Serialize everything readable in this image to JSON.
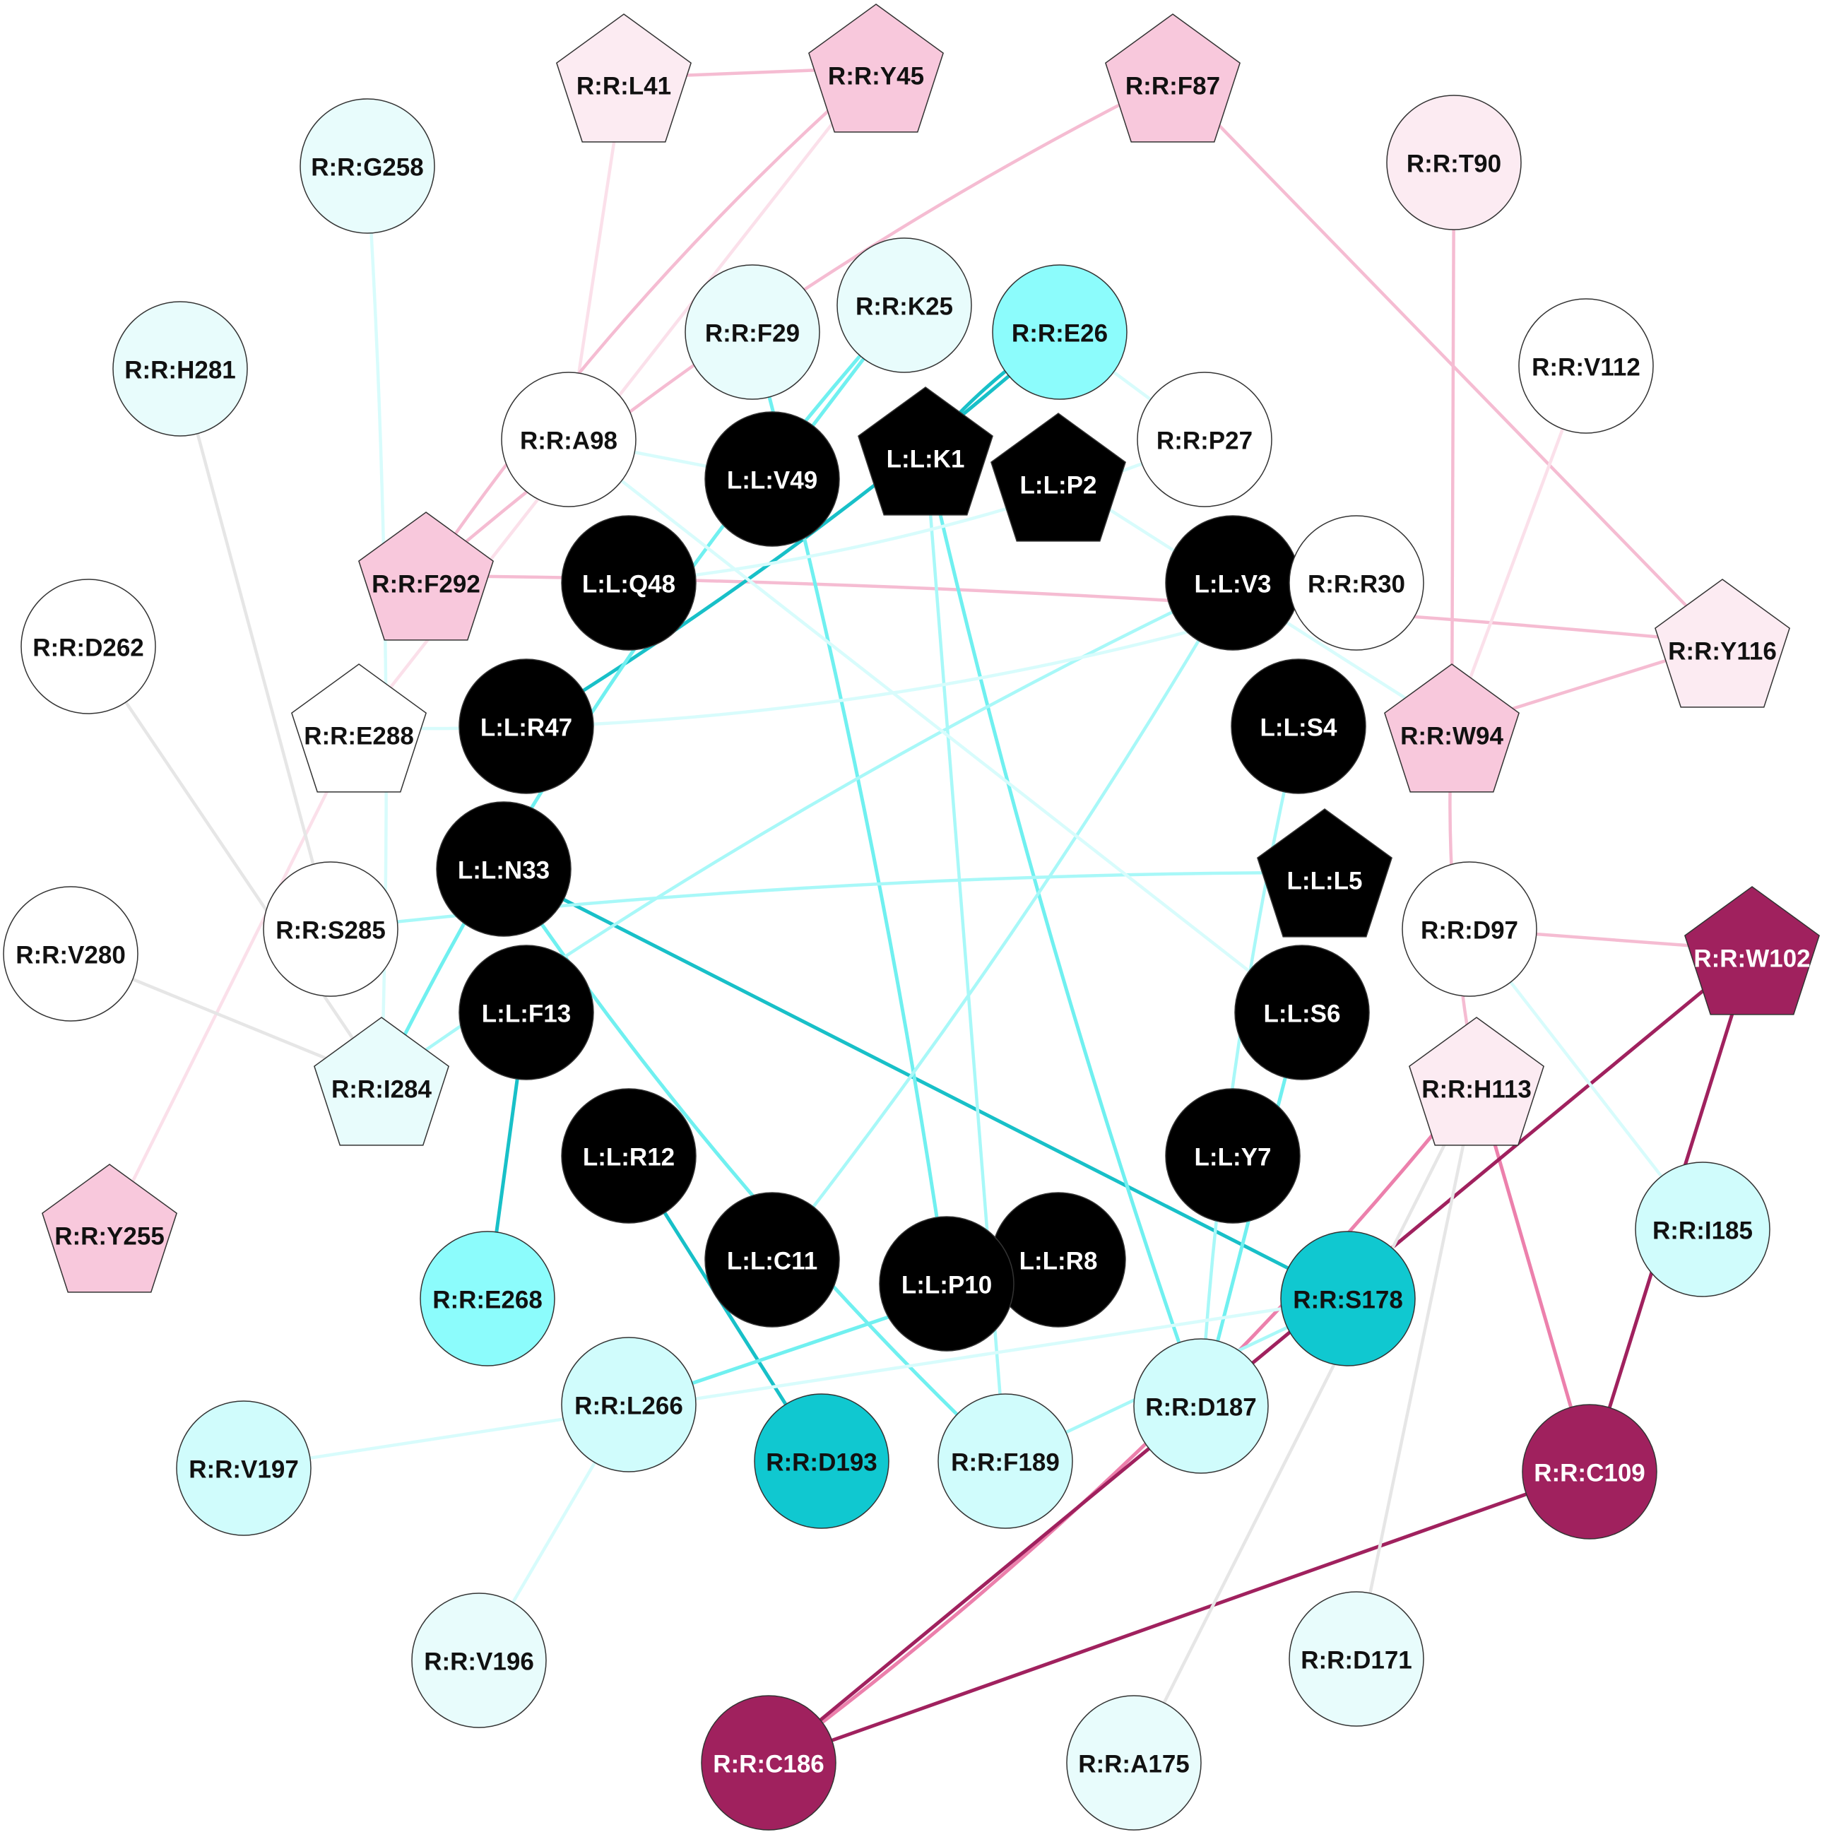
{
  "colors": {
    "ligand": "#000000",
    "white": "#ffffff",
    "cyan_very_light": "#e8fcfc",
    "cyan_light": "#d0fcfc",
    "cyan_mid": "#8cfcfc",
    "cyan_dark": "#10c8d0",
    "pink_very_light": "#fcebf2",
    "pink_light": "#f8c8dc",
    "magenta_dark": "#a0215e",
    "edge_cyan_faint": "#d8fcfc",
    "edge_cyan_light": "#a8f8f8",
    "edge_cyan_mid": "#70f0f0",
    "edge_cyan_dark": "#18c0c8",
    "edge_pink_faint": "#fbe0ea",
    "edge_pink_light": "#f5bcd2",
    "edge_pink_mid": "#ec80ac",
    "edge_magenta": "#a0215e",
    "edge_grey": "#e6e6e6"
  },
  "nodes": [
    {
      "id": "L:L:K1",
      "label": "L:L:K1",
      "shape": "pentagon",
      "fill": "ligand",
      "text": "white"
    },
    {
      "id": "L:L:P2",
      "label": "L:L:P2",
      "shape": "pentagon",
      "fill": "ligand",
      "text": "white"
    },
    {
      "id": "L:L:V3",
      "label": "L:L:V3",
      "shape": "circle",
      "fill": "ligand",
      "text": "white"
    },
    {
      "id": "L:L:S4",
      "label": "L:L:S4",
      "shape": "circle",
      "fill": "ligand",
      "text": "white"
    },
    {
      "id": "L:L:L5",
      "label": "L:L:L5",
      "shape": "pentagon",
      "fill": "ligand",
      "text": "white"
    },
    {
      "id": "L:L:S6",
      "label": "L:L:S6",
      "shape": "circle",
      "fill": "ligand",
      "text": "white"
    },
    {
      "id": "L:L:Y7",
      "label": "L:L:Y7",
      "shape": "circle",
      "fill": "ligand",
      "text": "white"
    },
    {
      "id": "L:L:R8",
      "label": "L:L:R8",
      "shape": "circle",
      "fill": "ligand",
      "text": "white"
    },
    {
      "id": "L:L:P10",
      "label": "L:L:P10",
      "shape": "circle",
      "fill": "ligand",
      "text": "white"
    },
    {
      "id": "L:L:C11",
      "label": "L:L:C11",
      "shape": "circle",
      "fill": "ligand",
      "text": "white"
    },
    {
      "id": "L:L:R12",
      "label": "L:L:R12",
      "shape": "circle",
      "fill": "ligand",
      "text": "white"
    },
    {
      "id": "L:L:F13",
      "label": "L:L:F13",
      "shape": "circle",
      "fill": "ligand",
      "text": "white"
    },
    {
      "id": "L:L:N33",
      "label": "L:L:N33",
      "shape": "circle",
      "fill": "ligand",
      "text": "white"
    },
    {
      "id": "L:L:R47",
      "label": "L:L:R47",
      "shape": "circle",
      "fill": "ligand",
      "text": "white"
    },
    {
      "id": "L:L:Q48",
      "label": "L:L:Q48",
      "shape": "circle",
      "fill": "ligand",
      "text": "white"
    },
    {
      "id": "L:L:V49",
      "label": "L:L:V49",
      "shape": "circle",
      "fill": "ligand",
      "text": "white"
    },
    {
      "id": "R:R:L41",
      "label": "R:R:L41",
      "shape": "pentagon",
      "fill": "pink_very_light",
      "text": "black"
    },
    {
      "id": "R:R:Y45",
      "label": "R:R:Y45",
      "shape": "pentagon",
      "fill": "pink_light",
      "text": "black"
    },
    {
      "id": "R:R:F87",
      "label": "R:R:F87",
      "shape": "pentagon",
      "fill": "pink_light",
      "text": "black"
    },
    {
      "id": "R:R:T90",
      "label": "R:R:T90",
      "shape": "circle",
      "fill": "pink_very_light",
      "text": "black"
    },
    {
      "id": "R:R:G258",
      "label": "R:R:G258",
      "shape": "circle",
      "fill": "cyan_very_light",
      "text": "black"
    },
    {
      "id": "R:R:F29",
      "label": "R:R:F29",
      "shape": "circle",
      "fill": "cyan_very_light",
      "text": "black"
    },
    {
      "id": "R:R:K25",
      "label": "R:R:K25",
      "shape": "circle",
      "fill": "cyan_very_light",
      "text": "black"
    },
    {
      "id": "R:R:E26",
      "label": "R:R:E26",
      "shape": "circle",
      "fill": "cyan_mid",
      "text": "black"
    },
    {
      "id": "R:R:H281",
      "label": "R:R:H281",
      "shape": "circle",
      "fill": "cyan_very_light",
      "text": "black"
    },
    {
      "id": "R:R:V112",
      "label": "R:R:V112",
      "shape": "circle",
      "fill": "white",
      "text": "black"
    },
    {
      "id": "R:R:A98",
      "label": "R:R:A98",
      "shape": "circle",
      "fill": "white",
      "text": "black"
    },
    {
      "id": "R:R:P27",
      "label": "R:R:P27",
      "shape": "circle",
      "fill": "white",
      "text": "black"
    },
    {
      "id": "R:R:F292",
      "label": "R:R:F292",
      "shape": "pentagon",
      "fill": "pink_light",
      "text": "black"
    },
    {
      "id": "R:R:R30",
      "label": "R:R:R30",
      "shape": "circle",
      "fill": "white",
      "text": "black"
    },
    {
      "id": "R:R:D262",
      "label": "R:R:D262",
      "shape": "circle",
      "fill": "white",
      "text": "black"
    },
    {
      "id": "R:R:Y116",
      "label": "R:R:Y116",
      "shape": "pentagon",
      "fill": "pink_very_light",
      "text": "black"
    },
    {
      "id": "R:R:E288",
      "label": "R:R:E288",
      "shape": "pentagon",
      "fill": "white",
      "text": "black"
    },
    {
      "id": "R:R:W94",
      "label": "R:R:W94",
      "shape": "pentagon",
      "fill": "pink_light",
      "text": "black"
    },
    {
      "id": "R:R:S285",
      "label": "R:R:S285",
      "shape": "circle",
      "fill": "white",
      "text": "black"
    },
    {
      "id": "R:R:D97",
      "label": "R:R:D97",
      "shape": "circle",
      "fill": "white",
      "text": "black"
    },
    {
      "id": "R:R:W102",
      "label": "R:R:W102",
      "shape": "pentagon",
      "fill": "magenta_dark",
      "text": "white"
    },
    {
      "id": "R:R:V280",
      "label": "R:R:V280",
      "shape": "circle",
      "fill": "white",
      "text": "black"
    },
    {
      "id": "R:R:I284",
      "label": "R:R:I284",
      "shape": "pentagon",
      "fill": "cyan_very_light",
      "text": "black"
    },
    {
      "id": "R:R:H113",
      "label": "R:R:H113",
      "shape": "pentagon",
      "fill": "pink_very_light",
      "text": "black"
    },
    {
      "id": "R:R:I185",
      "label": "R:R:I185",
      "shape": "circle",
      "fill": "cyan_light",
      "text": "black"
    },
    {
      "id": "R:R:Y255",
      "label": "R:R:Y255",
      "shape": "pentagon",
      "fill": "pink_light",
      "text": "black"
    },
    {
      "id": "R:R:E268",
      "label": "R:R:E268",
      "shape": "circle",
      "fill": "cyan_mid",
      "text": "black"
    },
    {
      "id": "R:R:S178",
      "label": "R:R:S178",
      "shape": "circle",
      "fill": "cyan_dark",
      "text": "black"
    },
    {
      "id": "R:R:L266",
      "label": "R:R:L266",
      "shape": "circle",
      "fill": "cyan_light",
      "text": "black"
    },
    {
      "id": "R:R:D187",
      "label": "R:R:D187",
      "shape": "circle",
      "fill": "cyan_light",
      "text": "black"
    },
    {
      "id": "R:R:D193",
      "label": "R:R:D193",
      "shape": "circle",
      "fill": "cyan_dark",
      "text": "black"
    },
    {
      "id": "R:R:F189",
      "label": "R:R:F189",
      "shape": "circle",
      "fill": "cyan_light",
      "text": "black"
    },
    {
      "id": "R:R:C109",
      "label": "R:R:C109",
      "shape": "circle",
      "fill": "magenta_dark",
      "text": "white"
    },
    {
      "id": "R:R:V197",
      "label": "R:R:V197",
      "shape": "circle",
      "fill": "cyan_light",
      "text": "black"
    },
    {
      "id": "R:R:V196",
      "label": "R:R:V196",
      "shape": "circle",
      "fill": "cyan_very_light",
      "text": "black"
    },
    {
      "id": "R:R:D171",
      "label": "R:R:D171",
      "shape": "circle",
      "fill": "cyan_very_light",
      "text": "black"
    },
    {
      "id": "R:R:C186",
      "label": "R:R:C186",
      "shape": "circle",
      "fill": "magenta_dark",
      "text": "white"
    },
    {
      "id": "R:R:A175",
      "label": "R:R:A175",
      "shape": "circle",
      "fill": "cyan_very_light",
      "text": "black"
    }
  ],
  "edges": [
    {
      "from": "R:R:L41",
      "to": "R:R:Y45",
      "color": "edge_pink_light"
    },
    {
      "from": "R:R:L41",
      "to": "R:R:A98",
      "color": "edge_pink_faint"
    },
    {
      "from": "R:R:Y45",
      "to": "R:R:F292",
      "color": "edge_pink_light"
    },
    {
      "from": "R:R:Y45",
      "to": "R:R:E288",
      "color": "edge_pink_faint"
    },
    {
      "from": "R:R:F87",
      "to": "R:R:F292",
      "color": "edge_pink_light"
    },
    {
      "from": "R:R:F87",
      "to": "R:R:Y116",
      "color": "edge_pink_light"
    },
    {
      "from": "R:R:T90",
      "to": "R:R:W94",
      "color": "edge_pink_light"
    },
    {
      "from": "R:R:F292",
      "to": "R:R:Y116",
      "color": "edge_pink_light"
    },
    {
      "from": "R:R:Y116",
      "to": "R:R:W94",
      "color": "edge_pink_light"
    },
    {
      "from": "R:R:V112",
      "to": "R:R:W94",
      "color": "edge_pink_faint"
    },
    {
      "from": "R:R:W94",
      "to": "R:R:H113",
      "color": "edge_pink_light"
    },
    {
      "from": "R:R:D97",
      "to": "R:R:W102",
      "color": "edge_pink_light"
    },
    {
      "from": "R:R:E288",
      "to": "R:R:Y255",
      "color": "edge_pink_faint"
    },
    {
      "from": "R:R:H113",
      "to": "R:R:C186",
      "color": "edge_pink_mid"
    },
    {
      "from": "R:R:H113",
      "to": "R:R:C109",
      "color": "edge_pink_mid"
    },
    {
      "from": "R:R:W102",
      "to": "R:R:C186",
      "color": "edge_magenta"
    },
    {
      "from": "R:R:W102",
      "to": "R:R:C109",
      "color": "edge_magenta"
    },
    {
      "from": "R:R:C109",
      "to": "R:R:C186",
      "color": "edge_magenta"
    },
    {
      "from": "R:R:H281",
      "to": "R:R:S285",
      "color": "edge_grey"
    },
    {
      "from": "R:R:D262",
      "to": "R:R:I284",
      "color": "edge_grey"
    },
    {
      "from": "R:R:V280",
      "to": "R:R:I284",
      "color": "edge_grey"
    },
    {
      "from": "R:R:H113",
      "to": "R:R:A175",
      "color": "edge_grey"
    },
    {
      "from": "R:R:H113",
      "to": "R:R:D171",
      "color": "edge_grey"
    },
    {
      "from": "R:R:G258",
      "to": "R:R:I284",
      "color": "edge_cyan_faint"
    },
    {
      "from": "L:L:K1",
      "to": "R:R:E26",
      "color": "edge_cyan_dark"
    },
    {
      "from": "L:L:R47",
      "to": "R:R:E26",
      "color": "edge_cyan_dark"
    },
    {
      "from": "L:L:F13",
      "to": "R:R:E268",
      "color": "edge_cyan_dark"
    },
    {
      "from": "L:L:N33",
      "to": "R:R:S178",
      "color": "edge_cyan_dark"
    },
    {
      "from": "L:L:R12",
      "to": "R:R:D193",
      "color": "edge_cyan_dark"
    },
    {
      "from": "L:L:V49",
      "to": "R:R:K25",
      "color": "edge_cyan_mid"
    },
    {
      "from": "L:L:K1",
      "to": "R:R:D187",
      "color": "edge_cyan_mid"
    },
    {
      "from": "R:R:F29",
      "to": "L:L:P10",
      "color": "edge_cyan_mid"
    },
    {
      "from": "L:L:N33",
      "to": "R:R:F189",
      "color": "edge_cyan_mid"
    },
    {
      "from": "R:R:K25",
      "to": "R:R:I284",
      "color": "edge_cyan_mid"
    },
    {
      "from": "L:L:S6",
      "to": "R:R:D187",
      "color": "edge_cyan_mid"
    },
    {
      "from": "L:L:R8",
      "to": "R:R:L266",
      "color": "edge_cyan_mid"
    },
    {
      "from": "L:L:S4",
      "to": "R:R:D187",
      "color": "edge_cyan_light"
    },
    {
      "from": "L:L:V3",
      "to": "R:R:I284",
      "color": "edge_cyan_light"
    },
    {
      "from": "L:L:L5",
      "to": "R:R:S285",
      "color": "edge_cyan_light"
    },
    {
      "from": "L:L:K1",
      "to": "R:R:F189",
      "color": "edge_cyan_light"
    },
    {
      "from": "R:R:S178",
      "to": "R:R:F189",
      "color": "edge_cyan_light"
    },
    {
      "from": "L:L:V3",
      "to": "L:L:C11",
      "color": "edge_cyan_light"
    },
    {
      "from": "R:R:P27",
      "to": "L:L:Q48",
      "color": "edge_cyan_faint"
    },
    {
      "from": "R:R:R30",
      "to": "R:R:E288",
      "color": "edge_cyan_faint"
    },
    {
      "from": "R:R:A98",
      "to": "L:L:V49",
      "color": "edge_cyan_faint"
    },
    {
      "from": "R:R:V197",
      "to": "R:R:S178",
      "color": "edge_cyan_faint"
    },
    {
      "from": "R:R:L266",
      "to": "R:R:V196",
      "color": "edge_cyan_faint"
    },
    {
      "from": "R:R:D97",
      "to": "R:R:I185",
      "color": "edge_cyan_faint"
    },
    {
      "from": "R:R:E26",
      "to": "R:R:P27",
      "color": "edge_cyan_faint"
    },
    {
      "from": "L:L:P2",
      "to": "R:R:W94",
      "color": "edge_cyan_faint"
    },
    {
      "from": "R:R:A98",
      "to": "L:L:S6",
      "color": "edge_cyan_faint"
    }
  ]
}
